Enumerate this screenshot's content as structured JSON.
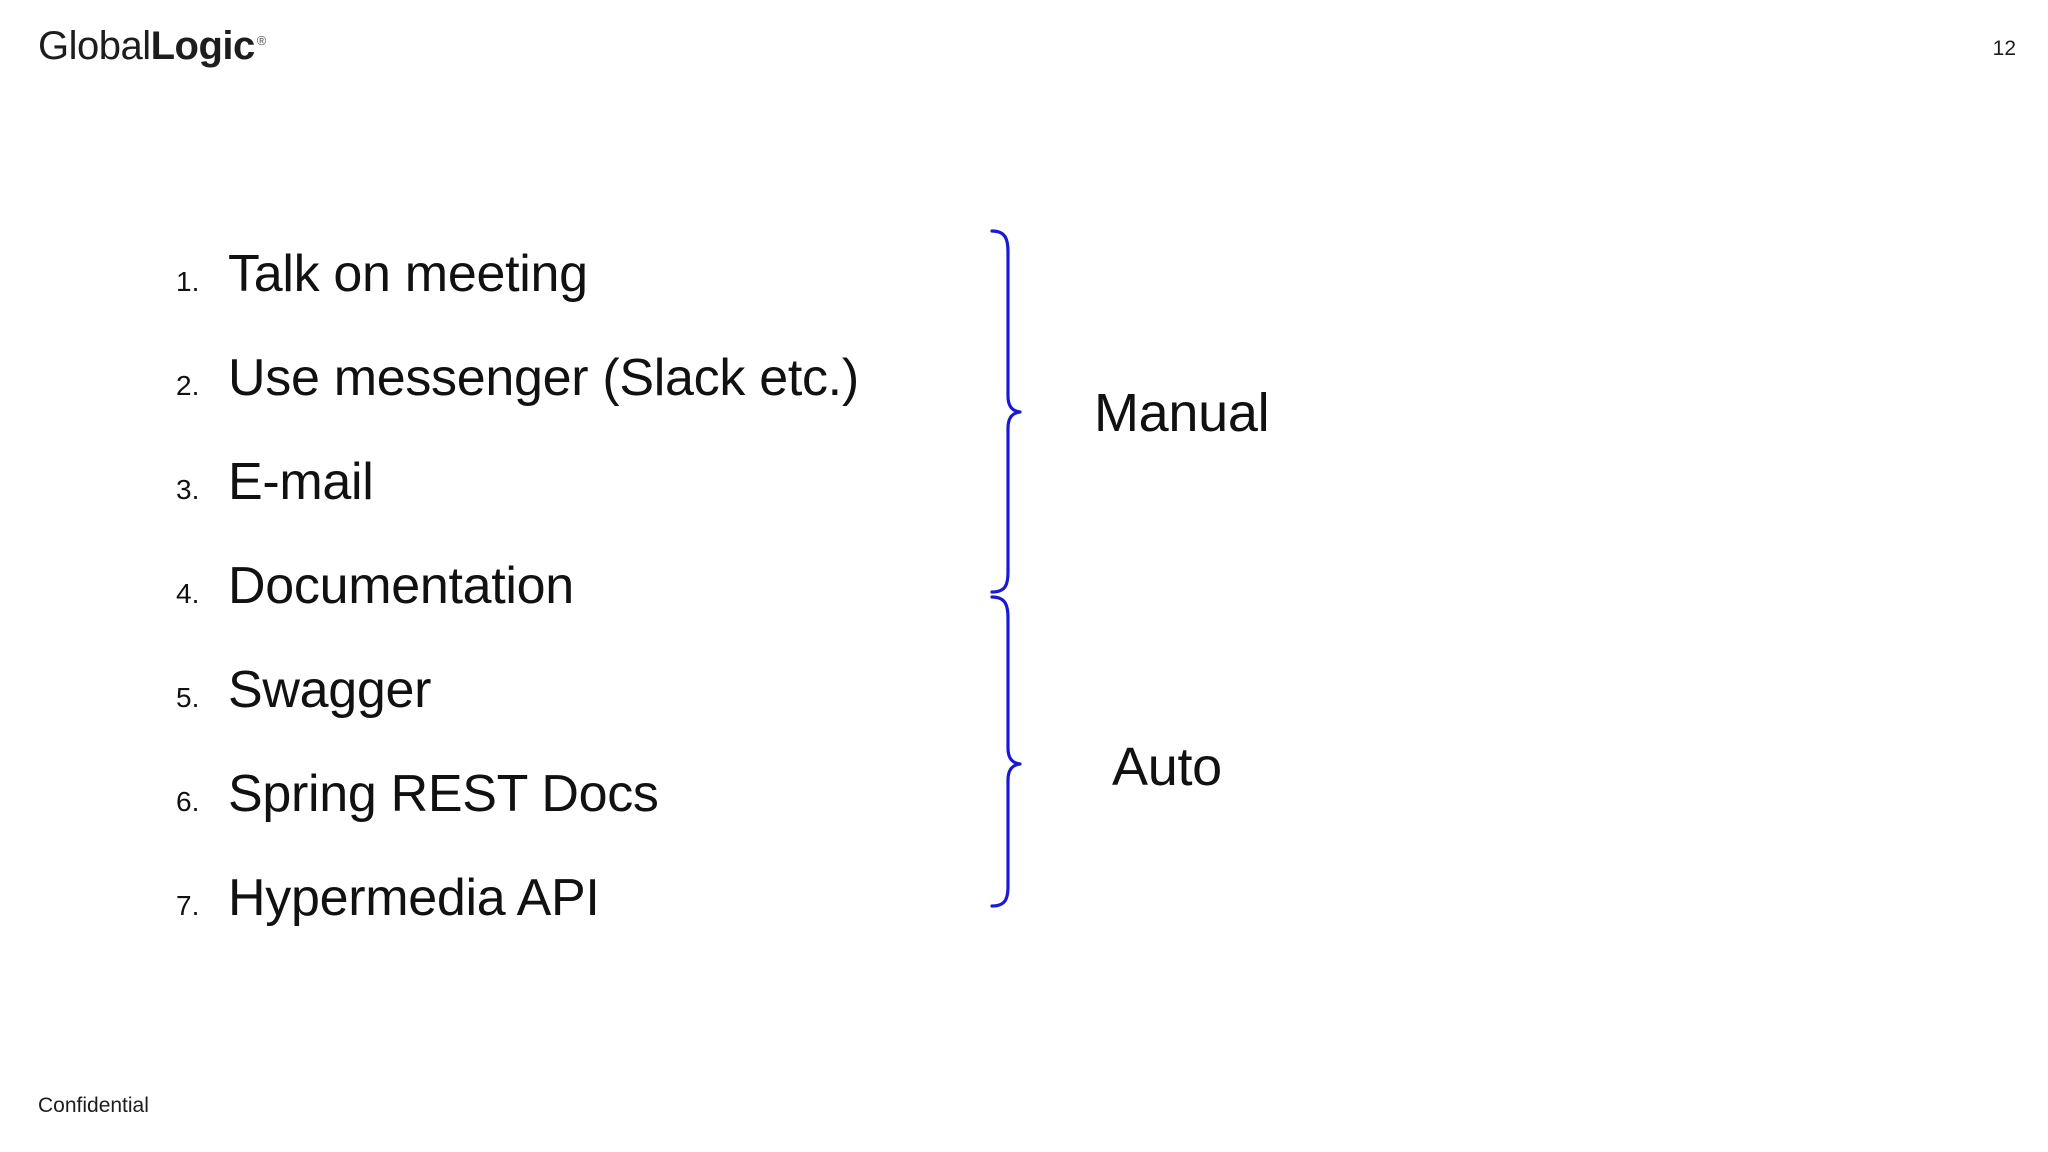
{
  "header": {
    "logo_light": "Global",
    "logo_bold": "Logic",
    "logo_tm": "®",
    "page_number": "12"
  },
  "list": {
    "items": [
      {
        "num": "1.",
        "label": "Talk on meeting"
      },
      {
        "num": "2.",
        "label": "Use messenger (Slack etc.)"
      },
      {
        "num": "3.",
        "label": "E-mail"
      },
      {
        "num": "4.",
        "label": "Documentation"
      },
      {
        "num": "5.",
        "label": "Swagger"
      },
      {
        "num": "6.",
        "label": "Spring REST Docs"
      },
      {
        "num": "7.",
        "label": "Hypermedia API"
      }
    ]
  },
  "groups": [
    {
      "label": "Manual",
      "covers_items": [
        1,
        2,
        3,
        4
      ],
      "brace_color": "#1a1ad6"
    },
    {
      "label": "Auto",
      "covers_items": [
        5,
        6,
        7
      ],
      "brace_color": "#1a1ad6"
    }
  ],
  "footer": {
    "confidential": "Confidential"
  },
  "colors": {
    "background": "#ffffff",
    "text": "#111111",
    "brace": "#1a1ad6"
  }
}
